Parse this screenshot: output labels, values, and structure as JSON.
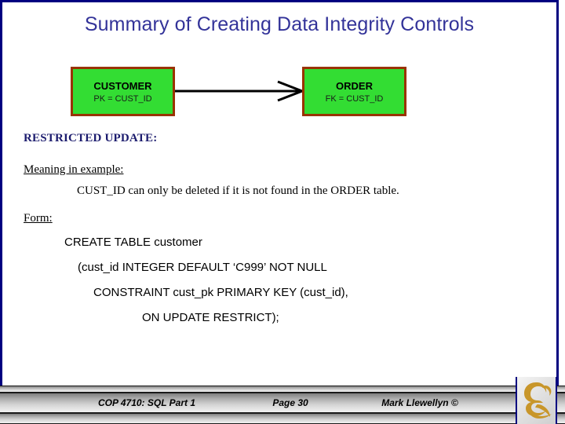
{
  "slide": {
    "title": "Summary of Creating Data Integrity Controls",
    "accent_navy": "#000080",
    "title_color": "#333399",
    "entity_fill": "#33DD33",
    "entity_border": "#993300"
  },
  "diagram": {
    "entities": [
      {
        "name": "CUSTOMER",
        "key": "PK = CUST_ID"
      },
      {
        "name": "ORDER",
        "key": "FK = CUST_ID"
      }
    ],
    "relationship": "one-to-many-crows-foot"
  },
  "content": {
    "heading": "RESTRICTED UPDATE:",
    "meaning_label": "Meaning in example:",
    "meaning_body": "CUST_ID can only be deleted if it is not found in the ORDER table.",
    "form_label": "Form:",
    "sql_lines": [
      "CREATE TABLE customer",
      "(cust_id  INTEGER DEFAULT ‘C999’  NOT NULL",
      "CONSTRAINT cust_pk PRIMARY KEY (cust_id),",
      "ON UPDATE RESTRICT);"
    ]
  },
  "footer": {
    "course": "COP 4710: SQL Part 1",
    "page": "Page 30",
    "author": "Mark Llewellyn ©",
    "logo": "ucf-pegasus-logo"
  }
}
